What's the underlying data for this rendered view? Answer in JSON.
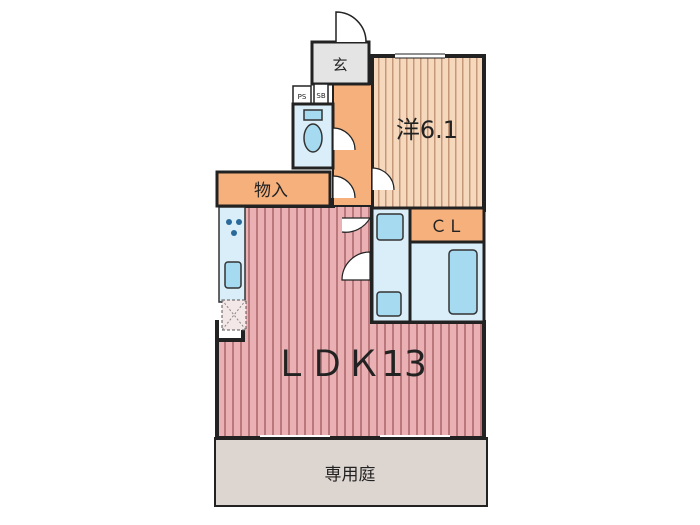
{
  "rooms": {
    "entrance": "玄",
    "western_room": "洋6.1",
    "storage": "物入",
    "closet": "ＣＬ",
    "ldk": "ＬＤＫ13",
    "garden": "専用庭",
    "ps": "PS",
    "sb": "SB"
  },
  "colors": {
    "ldk_stripe": "#e8a0a4",
    "western_stripe": "#f2c9a8",
    "orange_fill": "#f5b07c",
    "wet_fill": "#d9eef8",
    "fixture_fill": "#a6daf0",
    "garden_fill": "#ddd5d0",
    "entrance_fill": "#e4e4e4",
    "wall": "#222222"
  }
}
